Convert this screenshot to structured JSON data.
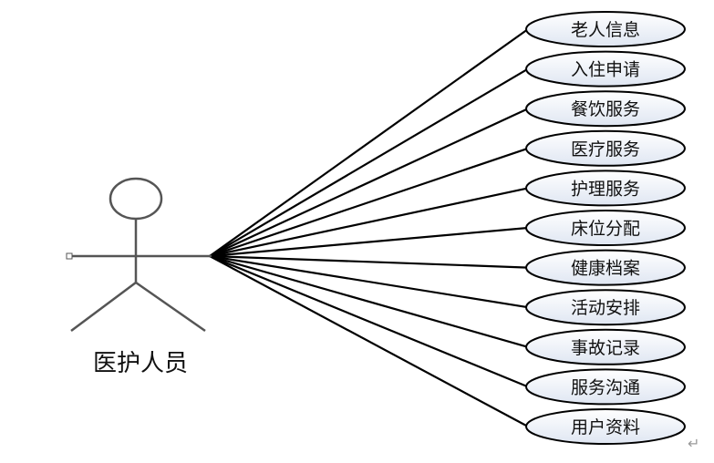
{
  "actor": {
    "name": "医护人员"
  },
  "use_cases": [
    "老人信息",
    "入住申请",
    "餐饮服务",
    "医疗服务",
    "护理服务",
    "床位分配",
    "健康档案",
    "活动安排",
    "事故记录",
    "服务沟通",
    "用户资料"
  ],
  "paragraph_mark": "↵",
  "colors": {
    "line": "#000000",
    "ellipse_fill_top": "#ffffff",
    "ellipse_fill_bottom": "#dfe6f2",
    "figure_stroke": "#555555"
  }
}
